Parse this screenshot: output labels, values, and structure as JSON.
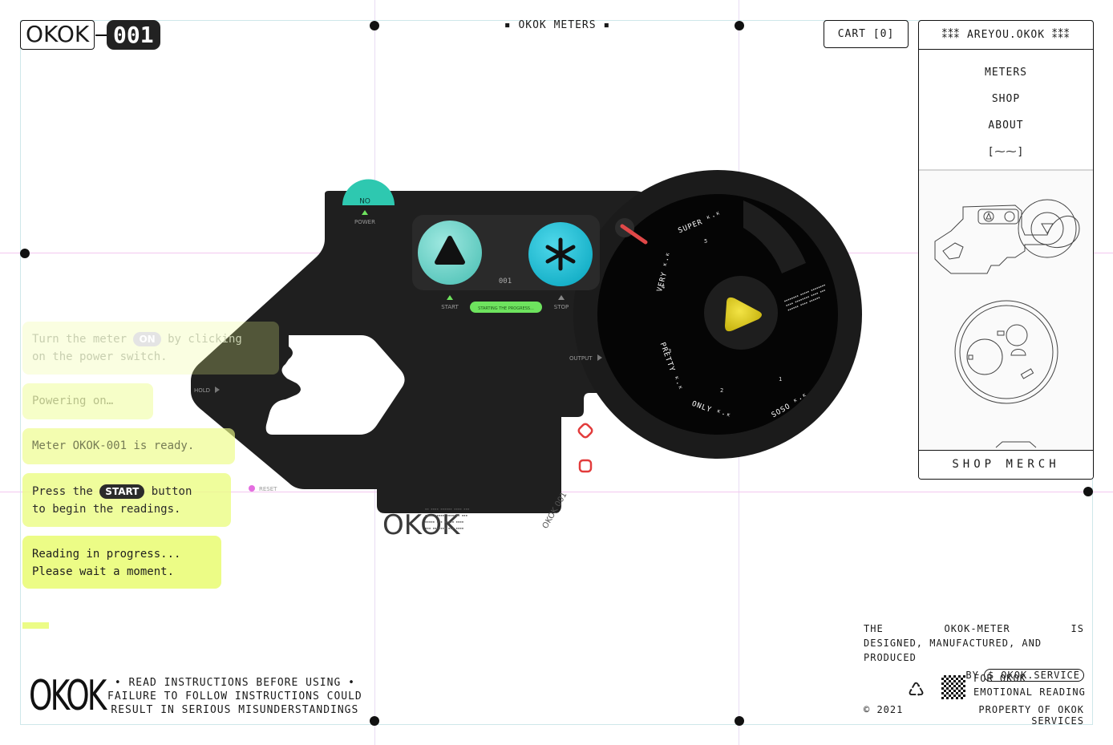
{
  "header": {
    "logo_text": "OKOK",
    "logo_number": "001",
    "center_title": "▪ OKOK METERS ▪",
    "cart_label": "CART [0]"
  },
  "menu": {
    "title": "⁑⁑⁑ AREYOU.OKOK ⁑⁑⁑",
    "items": [
      "METERS",
      "SHOP",
      "ABOUT",
      "[⁓⁓]"
    ],
    "bottom_label": "SHOP MERCH"
  },
  "meter": {
    "power_label": "POWER",
    "power_switch": "ON",
    "start_label": "START",
    "stop_label": "STOP",
    "unit_number": "001",
    "status_bar": "STARTING THE PROGRESS...",
    "hold_label": "HOLD",
    "reset_label": "RESET",
    "output_label": "OUTPUT",
    "body_logo": "OKOK",
    "badge": "OKOK 001",
    "dial_labels": [
      "SUPER ᴷ·ᴷ",
      "VERY ᴷ·ᴷ",
      "PRETTY ᴷ·ᴷ",
      "ONLY ᴷ·ᴷ",
      "SOSO ᴷ·ᴷ"
    ],
    "dial_numbers": [
      "5",
      "4",
      "3",
      "2",
      "1"
    ]
  },
  "messages": [
    {
      "parts": [
        "Turn the meter ",
        "ON",
        " by clicking",
        "on the power switch."
      ]
    },
    {
      "text": "Powering on…"
    },
    {
      "text": "Meter OKOK-001 is ready."
    },
    {
      "parts": [
        "Press the ",
        "START",
        " button",
        "to begin the readings."
      ]
    },
    {
      "line1": "Reading in progress...",
      "line2": "Please wait a moment."
    }
  ],
  "footer": {
    "logo": "OKOK",
    "instructions": [
      "• READ INSTRUCTIONS BEFORE USING •",
      "FAILURE TO FOLLOW INSTRUCTIONS COULD",
      "RESULT IN SERIOUS MISUNDERSTANDINGS"
    ],
    "credit_line1_a": "THE",
    "credit_line1_b": "OKOK-METER",
    "credit_line1_c": "IS",
    "credit_line2": "DESIGNED, MANUFACTURED, AND PRODUCED",
    "credit_by": "BY",
    "credit_service": "$ OKOK.SERVICE",
    "credit_for1": "FOR OKOK",
    "credit_for2": "EMOTIONAL READING",
    "copyright": "© 2021",
    "property": "PROPERTY OF OKOK SERVICES"
  },
  "colors": {
    "accent_green": "#6ee35e",
    "teal": "#2ec8b0",
    "cyan": "#1fc7df",
    "start_button": "#7fdcd3",
    "yellow": "#e8d417",
    "msg_yellow": "#ecfc86",
    "red": "#e23c3c",
    "device": "#1e1e1e"
  }
}
